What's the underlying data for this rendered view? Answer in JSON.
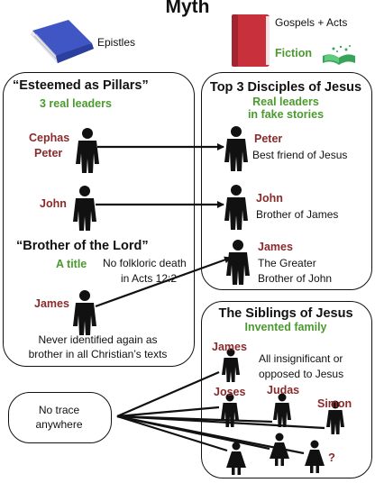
{
  "title": "Myth",
  "sources": {
    "epistles_label": "Epistles",
    "gospels_label": "Gospels + Acts",
    "fiction_label": "Fiction"
  },
  "left_box": {
    "heading": "“Esteemed as Pillars”",
    "subheading": "3  real leaders",
    "person_cephas_line1": "Cephas",
    "person_cephas_line2": "Peter",
    "person_john": "John",
    "brother_heading": "“Brother of the Lord”",
    "a_title": "A title",
    "no_death_line1": "No folkloric death",
    "no_death_line2": "in Acts 12:2",
    "person_james": "James",
    "never_line1": "Never identified again  as",
    "never_line2": "brother in all Christian’s texts"
  },
  "right_top_box": {
    "heading": "Top 3 Disciples of Jesus",
    "sub_line1": "Real leaders",
    "sub_line2": "in fake stories",
    "peter_name": "Peter",
    "peter_desc": "Best friend of Jesus",
    "john_name": "John",
    "john_desc": "Brother of James",
    "james_name": "James",
    "james_desc1": "The Greater",
    "james_desc2": "Brother of John"
  },
  "right_bottom_box": {
    "heading": "The Siblings of Jesus",
    "subheading": "Invented family",
    "james": "James",
    "joses": "Joses",
    "judas": "Judas",
    "simon": "Simon",
    "insig_line1": "All insignificant or",
    "insig_line2": "opposed to Jesus",
    "unknown_mark": "?"
  },
  "trace_box": {
    "line1": "No trace",
    "line2": "anywhere"
  },
  "colors": {
    "name_red": "#8a2a2a",
    "green": "#4a9a2e",
    "book_blue": "#2b3f9e",
    "book_red": "#c8313c"
  }
}
